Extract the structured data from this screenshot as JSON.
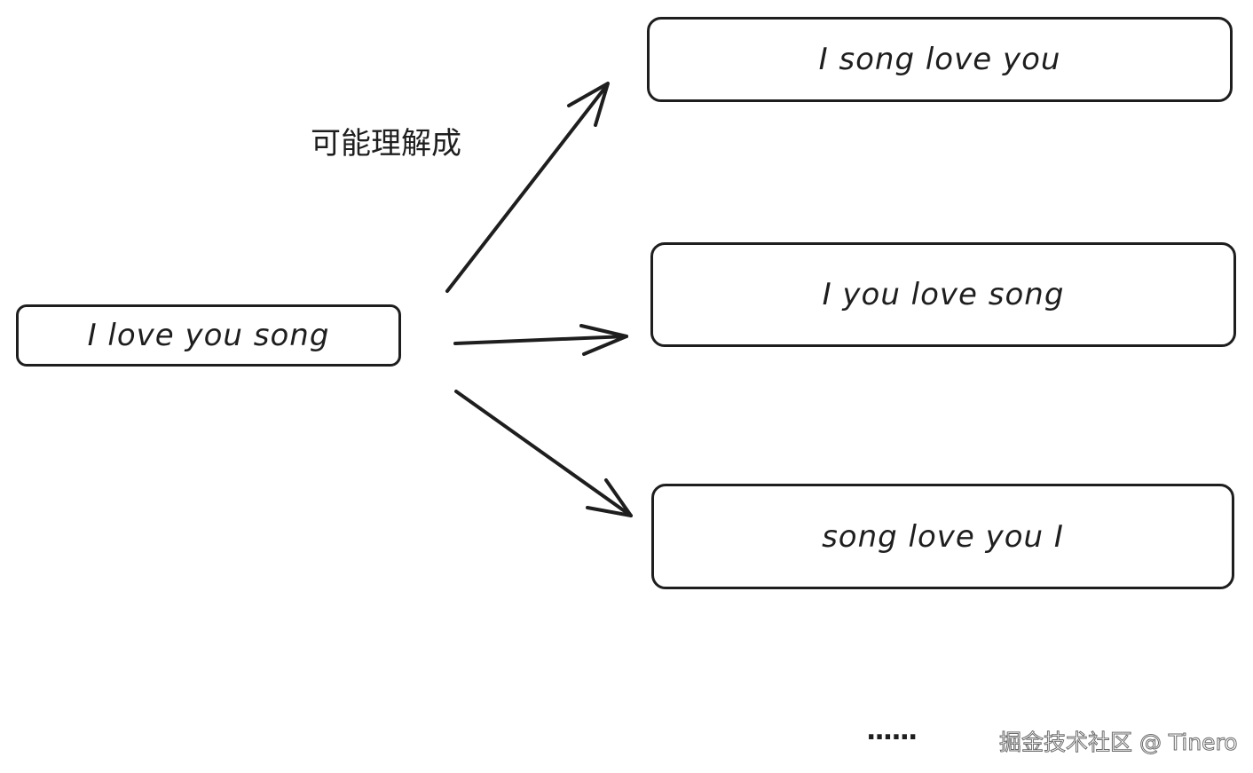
{
  "diagram": {
    "source": {
      "label": "I love you song"
    },
    "annotation": "可能理解成",
    "targets": [
      {
        "label": "I song love you"
      },
      {
        "label": "I you love song"
      },
      {
        "label": "song love you I"
      }
    ],
    "ellipsis": "......",
    "watermark": "掘金技术社区 @ Tinero",
    "colors": {
      "stroke": "#1e1e1e",
      "background": "#ffffff"
    }
  }
}
